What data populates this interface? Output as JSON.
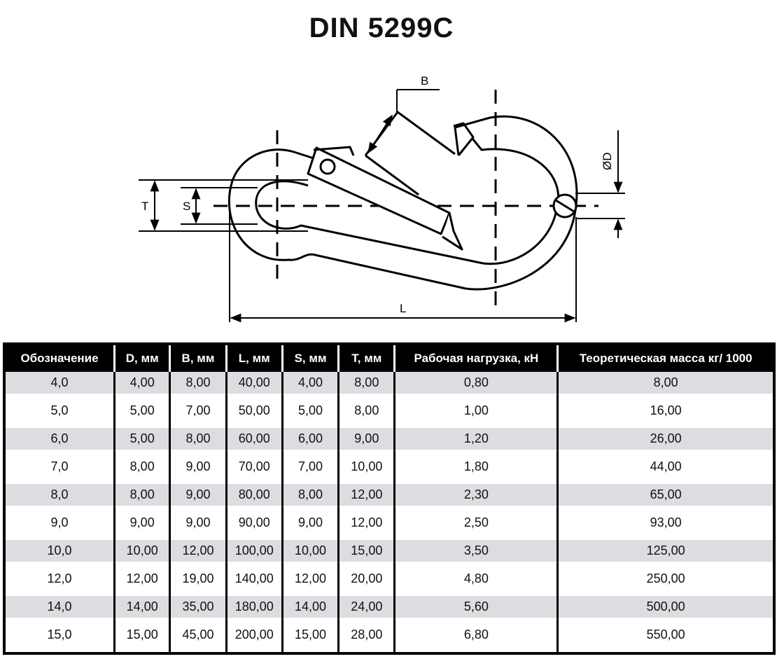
{
  "title": "DIN 5299C",
  "drawing": {
    "labels": {
      "b": "B",
      "d": "ØD",
      "t": "T",
      "s": "S",
      "l": "L"
    }
  },
  "table": {
    "headers": [
      "Обозначение",
      "D, мм",
      "B, мм",
      "L, мм",
      "S, мм",
      "T, мм",
      "Рабочая нагрузка, кН",
      "Теоретическая масса кг/ 1000"
    ],
    "rows": [
      [
        "4,0",
        "4,00",
        "8,00",
        "40,00",
        "4,00",
        "8,00",
        "0,80",
        "8,00"
      ],
      [
        "5,0",
        "5,00",
        "7,00",
        "50,00",
        "5,00",
        "8,00",
        "1,00",
        "16,00"
      ],
      [
        "6,0",
        "5,00",
        "8,00",
        "60,00",
        "6,00",
        "9,00",
        "1,20",
        "26,00"
      ],
      [
        "7,0",
        "8,00",
        "9,00",
        "70,00",
        "7,00",
        "10,00",
        "1,80",
        "44,00"
      ],
      [
        "8,0",
        "8,00",
        "9,00",
        "80,00",
        "8,00",
        "12,00",
        "2,30",
        "65,00"
      ],
      [
        "9,0",
        "9,00",
        "9,00",
        "90,00",
        "9,00",
        "12,00",
        "2,50",
        "93,00"
      ],
      [
        "10,0",
        "10,00",
        "12,00",
        "100,00",
        "10,00",
        "15,00",
        "3,50",
        "125,00"
      ],
      [
        "12,0",
        "12,00",
        "19,00",
        "140,00",
        "12,00",
        "20,00",
        "4,80",
        "250,00"
      ],
      [
        "14,0",
        "14,00",
        "35,00",
        "180,00",
        "14,00",
        "24,00",
        "5,60",
        "500,00"
      ],
      [
        "15,0",
        "15,00",
        "45,00",
        "200,00",
        "15,00",
        "28,00",
        "6,80",
        "550,00"
      ]
    ]
  }
}
